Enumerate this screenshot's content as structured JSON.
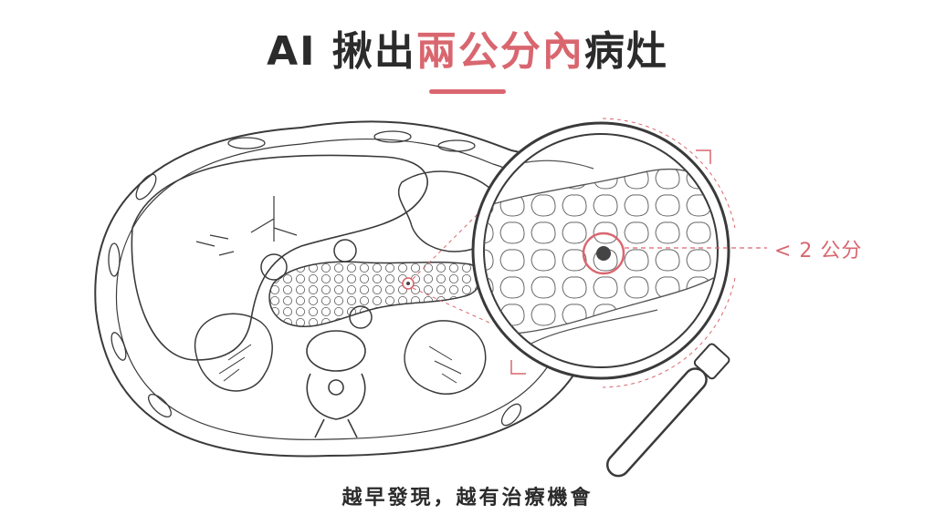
{
  "title": {
    "prefix": "AI 揪出",
    "highlight": "兩公分內",
    "suffix": "病灶"
  },
  "callout": {
    "label": "< 2 公分"
  },
  "caption": {
    "text": "越早發現，越有治療機會"
  },
  "colors": {
    "accent": "#d9666f",
    "ink": "#2b2b2b",
    "line": "#3a3a3a"
  },
  "icons": [
    "magnifier-icon"
  ]
}
